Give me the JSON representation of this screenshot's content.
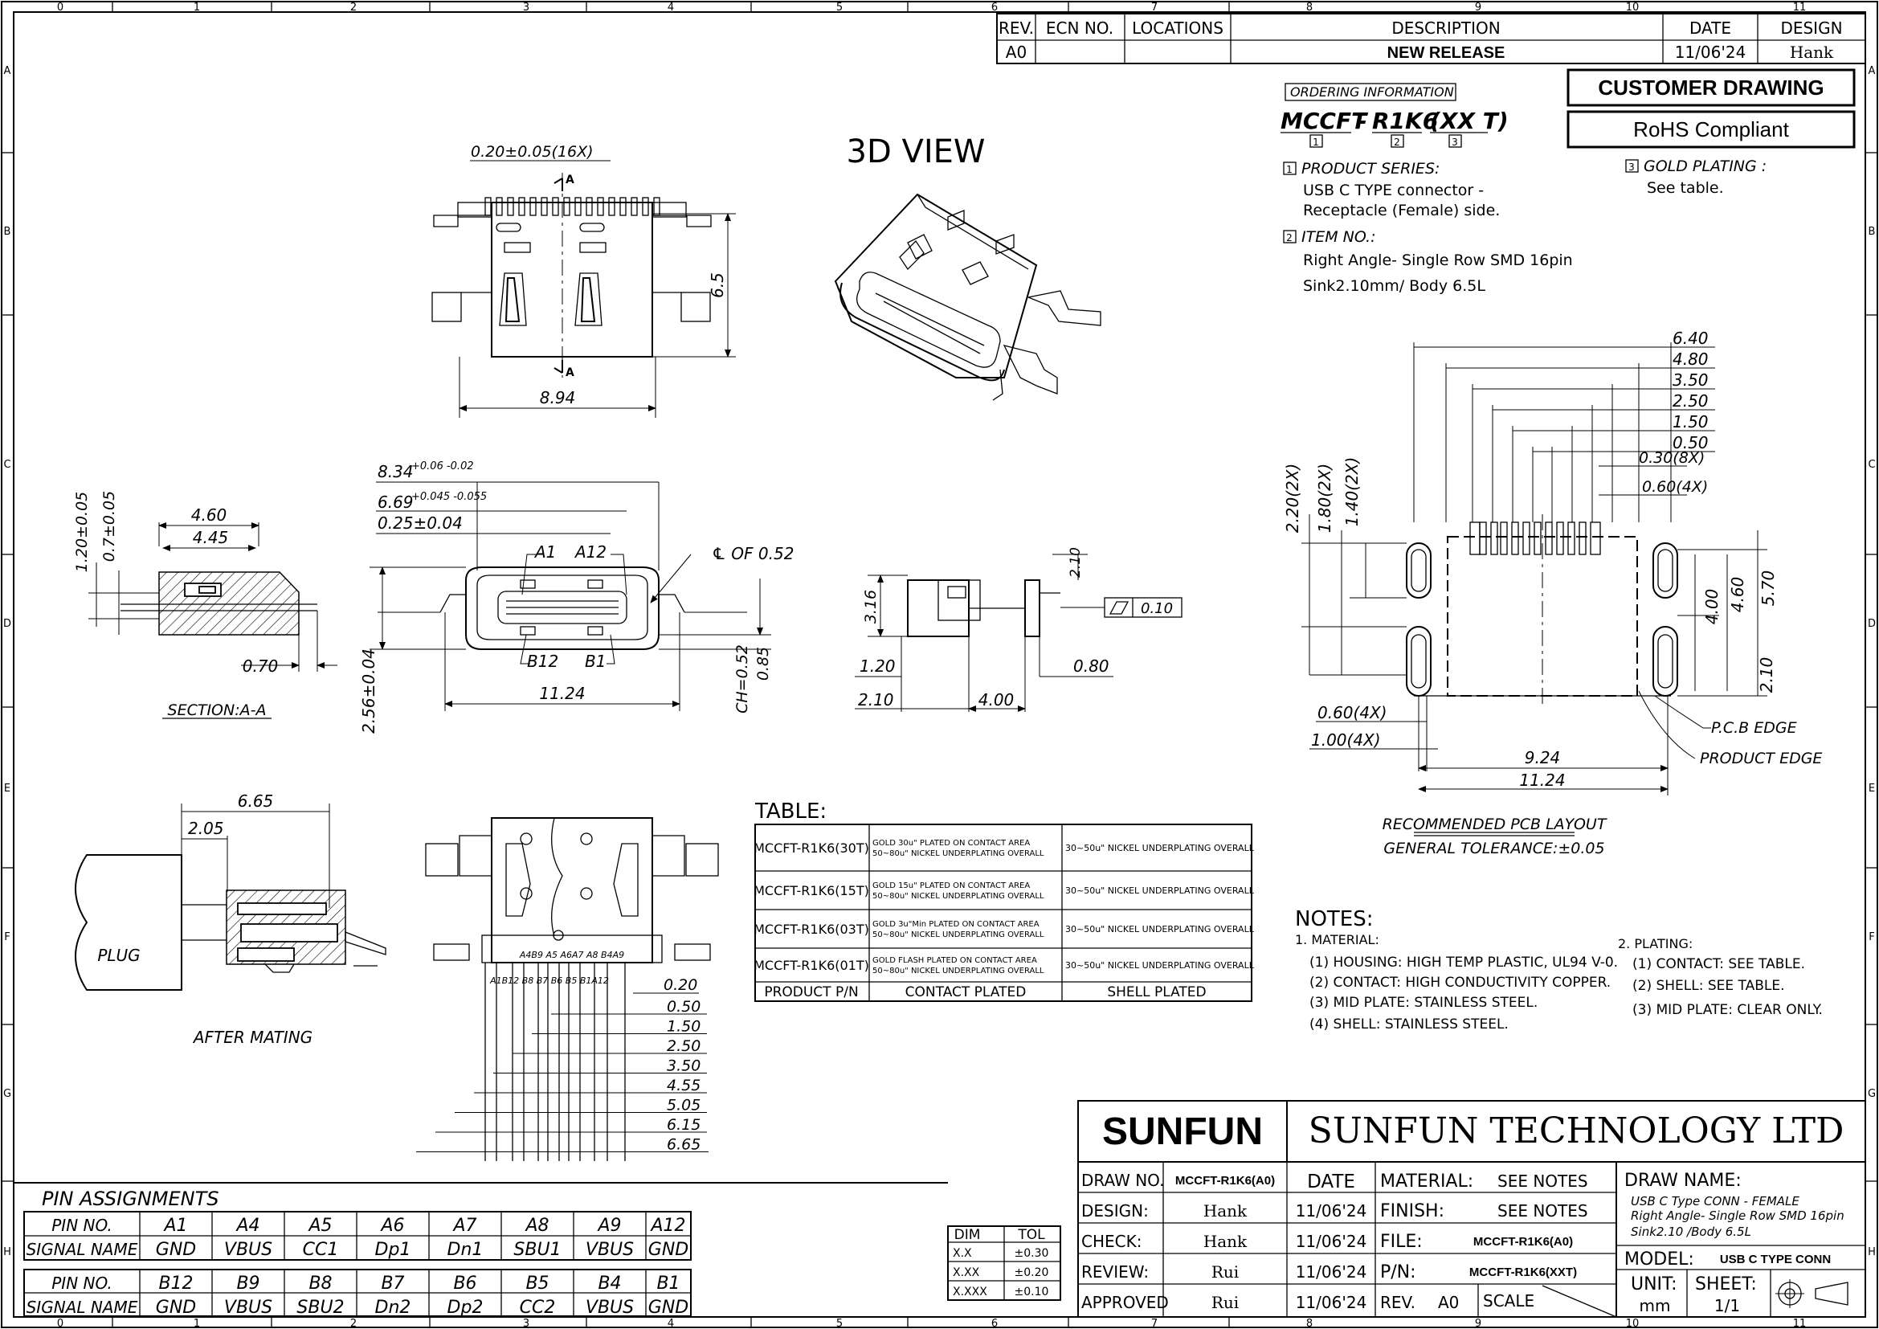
{
  "border": {
    "col_labels": [
      "0",
      "1",
      "2",
      "3",
      "4",
      "5",
      "6",
      "7",
      "8",
      "9",
      "10",
      "11"
    ],
    "row_labels": [
      "A",
      "B",
      "C",
      "D",
      "E",
      "F",
      "G",
      "H"
    ]
  },
  "revision": {
    "headers": [
      "REV.",
      "ECN NO.",
      "LOCATIONS",
      "DESCRIPTION",
      "DATE",
      "DESIGN"
    ],
    "row": [
      "A0",
      "",
      "",
      "NEW RELEASE",
      "11/06'24",
      "Hank"
    ]
  },
  "badges": {
    "customer": "CUSTOMER DRAWING",
    "rohs": "RoHS Compliant"
  },
  "ordering": {
    "title": "ORDERING INFORMATION",
    "code_parts": [
      "MCCFT",
      "-",
      "R1K6",
      "(XX T)"
    ],
    "markers": [
      "1",
      "2",
      "3"
    ],
    "p1_label": "PRODUCT SERIES:",
    "p1_lines": [
      "USB C TYPE connector -",
      "Receptacle (Female) side."
    ],
    "p2_label": "ITEM NO.:",
    "p2_lines": [
      "Right Angle- Single Row SMD 16pin",
      "Sink2.10mm/ Body 6.5L"
    ],
    "p3_label": "GOLD PLATING :",
    "p3_lines": [
      "See table."
    ]
  },
  "views": {
    "view3d": "3D VIEW",
    "section": "SECTION:A-A",
    "after_mating": "AFTER MATING",
    "plug": "PLUG",
    "pcb_layout": "RECOMMENDED PCB LAYOUT",
    "tolerance": "GENERAL TOLERANCE:±0.05",
    "pcb_edge": "P.C.B EDGE",
    "product_edge": "PRODUCT EDGE",
    "section_mark": "A"
  },
  "dims": {
    "top_pitch": "0.20±0.05(16X)",
    "top_height": "6.5",
    "top_width": "8.94",
    "sec_460": "4.60",
    "sec_445": "4.45",
    "sec_120": "1.20±0.05",
    "sec_07": "0.7±0.05",
    "sec_070": "0.70",
    "f_834": "8.34",
    "f_834_tol": "+0.06 -0.02",
    "f_669": "6.69",
    "f_669_tol": "+0.045 -0.055",
    "f_025": "0.25±0.04",
    "f_cl": "℄ OF 0.52",
    "f_a1": "A1",
    "f_a12": "A12",
    "f_b12": "B12",
    "f_b1": "B1",
    "f_1124": "11.24",
    "f_256": "2.56±0.04",
    "f_ch": "CH=0.52",
    "f_085": "0.85",
    "s_316": "3.16",
    "s_210": "2.10",
    "s_010": "0.10",
    "s_120": "1.20",
    "s_080": "0.80",
    "s_210b": "2.10",
    "s_400": "4.00",
    "m_665": "6.65",
    "m_205": "2.05",
    "b_vals": [
      "0.50",
      "1.50",
      "2.50",
      "3.50",
      "4.55",
      "5.05",
      "6.15",
      "6.65"
    ],
    "b_020": "0.20",
    "b_pin_top": "A4B9 A5 A6A7 A8 B4A9",
    "b_pin_bot": "A1B12 B8 B7 B6 B5 B1A12",
    "p_top": [
      "6.40",
      "4.80",
      "3.50",
      "2.50",
      "1.50",
      "0.50"
    ],
    "p_030": "0.30(8X)",
    "p_060": "0.60(4X)",
    "p_220": "2.20(2X)",
    "p_180": "1.80(2X)",
    "p_140": "1.40(2X)",
    "p_400": "4.00",
    "p_460": "4.60",
    "p_570": "5.70",
    "p_210": "2.10",
    "p_060b": "0.60(4X)",
    "p_100": "1.00(4X)",
    "p_924": "9.24",
    "p_1124": "11.24"
  },
  "table": {
    "title": "TABLE:",
    "rows": [
      {
        "pn": "MCCFT-R1K6(30T)",
        "c1": "GOLD 30u\" PLATED ON CONTACT AREA",
        "c2": "50~80u\" NICKEL UNDERPLATING OVERALL",
        "shell": "30~50u\" NICKEL UNDERPLATING OVERALL"
      },
      {
        "pn": "MCCFT-R1K6(15T)",
        "c1": "GOLD 15u\" PLATED ON CONTACT AREA",
        "c2": "50~80u\" NICKEL UNDERPLATING OVERALL",
        "shell": "30~50u\" NICKEL UNDERPLATING OVERALL"
      },
      {
        "pn": "MCCFT-R1K6(03T)",
        "c1": "GOLD 3u\"Min PLATED ON CONTACT AREA",
        "c2": "50~80u\" NICKEL UNDERPLATING OVERALL",
        "shell": "30~50u\" NICKEL UNDERPLATING OVERALL"
      },
      {
        "pn": "MCCFT-R1K6(01T)",
        "c1": "GOLD FLASH PLATED ON CONTACT AREA",
        "c2": "50~80u\" NICKEL UNDERPLATING OVERALL",
        "shell": "30~50u\" NICKEL UNDERPLATING OVERALL"
      }
    ],
    "footer": [
      "PRODUCT P/N",
      "CONTACT PLATED",
      "SHELL PLATED"
    ]
  },
  "notes": {
    "title": "NOTES:",
    "material_label": "1. MATERIAL:",
    "material": [
      "(1) HOUSING: HIGH TEMP PLASTIC, UL94 V-0.",
      "(2) CONTACT: HIGH CONDUCTIVITY COPPER.",
      "(3) MID PLATE: STAINLESS STEEL.",
      "(4) SHELL: STAINLESS STEEL."
    ],
    "plating_label": "2. PLATING:",
    "plating": [
      "(1) CONTACT: SEE TABLE.",
      "(2) SHELL: SEE TABLE.",
      "(3) MID PLATE: CLEAR ONLY."
    ]
  },
  "pins": {
    "title": "PIN ASSIGNMENTS",
    "rows": [
      [
        "PIN NO.",
        "A1",
        "A4",
        "A5",
        "A6",
        "A7",
        "A8",
        "A9",
        "A12"
      ],
      [
        "SIGNAL NAME",
        "GND",
        "VBUS",
        "CC1",
        "Dp1",
        "Dn1",
        "SBU1",
        "VBUS",
        "GND"
      ],
      [
        "PIN NO.",
        "B12",
        "B9",
        "B8",
        "B7",
        "B6",
        "B5",
        "B4",
        "B1"
      ],
      [
        "SIGNAL NAME",
        "GND",
        "VBUS",
        "SBU2",
        "Dn2",
        "Dp2",
        "CC2",
        "VBUS",
        "GND"
      ]
    ]
  },
  "tol_table": {
    "headers": [
      "DIM",
      "TOL"
    ],
    "rows": [
      [
        "X.X",
        "±0.30"
      ],
      [
        "X.XX",
        "±0.20"
      ],
      [
        "X.XXX",
        "±0.10"
      ]
    ]
  },
  "title_block": {
    "logo": "SUNFUN",
    "company": "SUNFUN TECHNOLOGY LTD",
    "draw_no_label": "DRAW NO.",
    "draw_no": "MCCFT-R1K6(A0)",
    "date_label": "DATE",
    "material_label": "MATERIAL:",
    "material": "SEE NOTES",
    "finish_label": "FINISH:",
    "finish": "SEE NOTES",
    "file_label": "FILE:",
    "file": "MCCFT-R1K6(A0)",
    "pn_label": "P/N:",
    "pn": "MCCFT-R1K6(XXT)",
    "rev_label": "REV.",
    "rev": "A0",
    "scale_label": "SCALE",
    "draw_name_label": "DRAW NAME:",
    "draw_name": [
      "USB C Type CONN - FEMALE",
      "Right Angle- Single Row SMD 16pin",
      "Sink2.10 /Body 6.5L"
    ],
    "model_label": "MODEL:",
    "model": "USB C TYPE CONN",
    "unit_label": "UNIT:",
    "unit": "mm",
    "sheet_label": "SHEET:",
    "sheet": "1/1",
    "people": [
      {
        "role": "DESIGN:",
        "name": "Hank",
        "date": "11/06'24"
      },
      {
        "role": "CHECK:",
        "name": "Hank",
        "date": "11/06'24"
      },
      {
        "role": "REVIEW:",
        "name": "Rui",
        "date": "11/06'24"
      },
      {
        "role": "APPROVED",
        "name": "Rui",
        "date": "11/06'24"
      }
    ]
  }
}
